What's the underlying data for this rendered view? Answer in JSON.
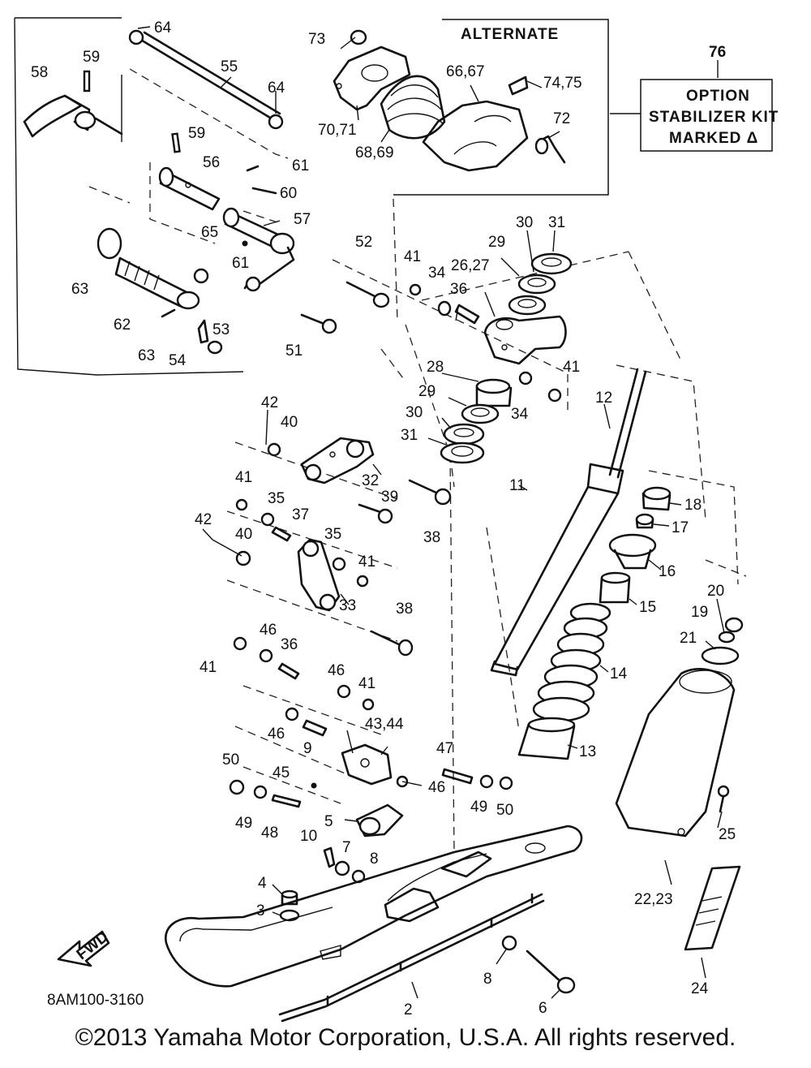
{
  "alternate_label": "ALTERNATE",
  "option_box": {
    "number": "76",
    "line1": "OPTION",
    "line2": "STABILIZER KIT",
    "line3": "MARKED Δ"
  },
  "diagram_code": "8AM100-3160",
  "fwd_label": "FWD",
  "copyright": "©2013 Yamaha Motor Corporation, U.S.A. All rights reserved.",
  "part_labels": {
    "p64a": "64",
    "p58": "58",
    "p59a": "59",
    "p55": "55",
    "p64b": "64",
    "p59b": "59",
    "p56": "56",
    "p61a": "61",
    "p60": "60",
    "p57": "57",
    "p65": "65",
    "p61b": "61",
    "p63a": "63",
    "p62": "62",
    "p53": "53",
    "p63b": "63",
    "p54": "54",
    "p52": "52",
    "p51": "51",
    "p73": "73",
    "p70_71": "70,71",
    "p68_69": "68,69",
    "p66_67": "66,67",
    "p74_75": "74,75",
    "p72": "72",
    "p41a": "41",
    "p34a": "34",
    "p36a": "36",
    "p26_27": "26,27",
    "p29a": "29",
    "p30a": "30",
    "p31a": "31",
    "p41b": "41",
    "p34b": "34",
    "p28": "28",
    "p29b": "29",
    "p30b": "30",
    "p31b": "31",
    "p12": "12",
    "p11": "11",
    "p42a": "42",
    "p40a": "40",
    "p32": "32",
    "p39": "39",
    "p38a": "38",
    "p41c": "41",
    "p35a": "35",
    "p37": "37",
    "p42b": "42",
    "p40b": "40",
    "p35b": "35",
    "p41d": "41",
    "p33": "33",
    "p38b": "38",
    "p18": "18",
    "p17": "17",
    "p16": "16",
    "p15": "15",
    "p14": "14",
    "p13": "13",
    "p20": "20",
    "p19": "19",
    "p21": "21",
    "p25": "25",
    "p22_23": "22,23",
    "p24": "24",
    "p41e": "41",
    "p46a": "46",
    "p36b": "36",
    "p46b": "46",
    "p41f": "41",
    "p46c": "46",
    "p9": "9",
    "p43_44": "43,44",
    "p47": "47",
    "p46d": "46",
    "p49a": "49",
    "p50a": "50",
    "p50b": "50",
    "p45": "45",
    "p49b": "49",
    "p48": "48",
    "p5": "5",
    "p10": "10",
    "p7": "7",
    "p8a": "8",
    "p4": "4",
    "p3": "3",
    "p8b": "8",
    "p6": "6",
    "p2": "2"
  }
}
